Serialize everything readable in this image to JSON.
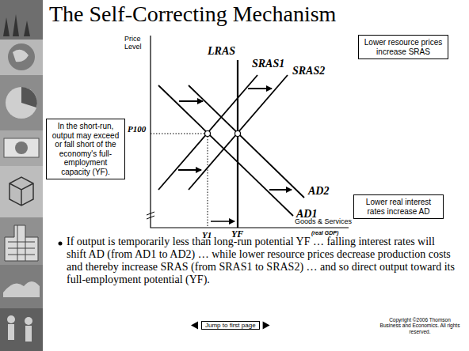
{
  "diagram": {
    "title": "The Self-Correcting Mechanism",
    "nodes": [
      {
        "text": [
          "Lower resource prices increase SRAS"
        ]
      },
      {
        "text": [
          "In the short-run, output may exceed or fall short of the economy's full-employment capacity (YF)."
        ]
      },
      {
        "text": [
          "Lower real interest rates increase AD"
        ]
      },
      {
        "text": [
          "Jump to first page"
        ]
      }
    ],
    "labels": [
      "Price Level",
      "LRAS",
      "SRAS1",
      "SRAS2",
      "P100",
      "AD2",
      "AD1",
      "Y1",
      "YF",
      "Goods & Services",
      "(real GDP)",
      "If output is temporarily less than long-run potential YF … falling interest rates will shift AD (from AD1 to AD2) … while lower resource prices decrease production costs and thereby increase SRAS (from SRAS1 to SRAS2) … and so direct output toward its full-employment potential (YF).",
      "Copyright ©2006 Thomson Business and Economics. All rights reserved."
    ]
  }
}
